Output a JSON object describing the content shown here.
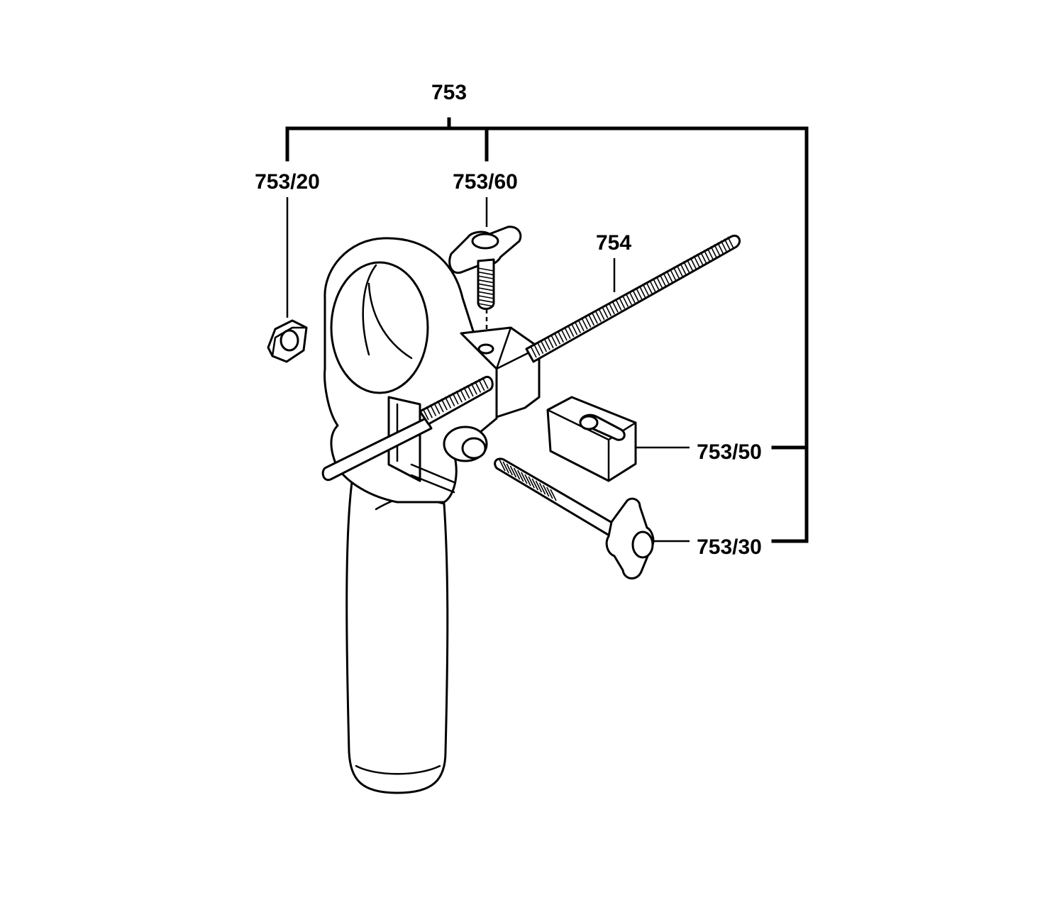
{
  "callouts": {
    "assembly": "753",
    "nut": "753/20",
    "wing_screw_top": "753/60",
    "depth_rod": "754",
    "clamp_block": "753/50",
    "wing_screw_bottom": "753/30"
  },
  "colors": {
    "line": "#000000",
    "background": "#ffffff"
  }
}
